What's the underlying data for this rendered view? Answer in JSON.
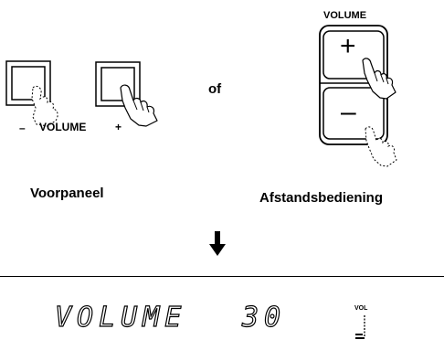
{
  "front_panel": {
    "minus_symbol": "–",
    "volume_label": "VOLUME",
    "plus_symbol": "+",
    "caption": "Voorpaneel"
  },
  "connector": {
    "or_text": "of"
  },
  "remote": {
    "title": "VOLUME",
    "plus_symbol": "+",
    "minus_symbol": "–",
    "caption": "Afstandsbediening"
  },
  "display": {
    "text": "VOLUME",
    "value": "30",
    "vol_indicator_label": "VOL"
  },
  "icons": {
    "arrow": "down-arrow-icon",
    "hand": "pointing-hand-icon",
    "dotted_hand": "dotted-hand-icon"
  }
}
